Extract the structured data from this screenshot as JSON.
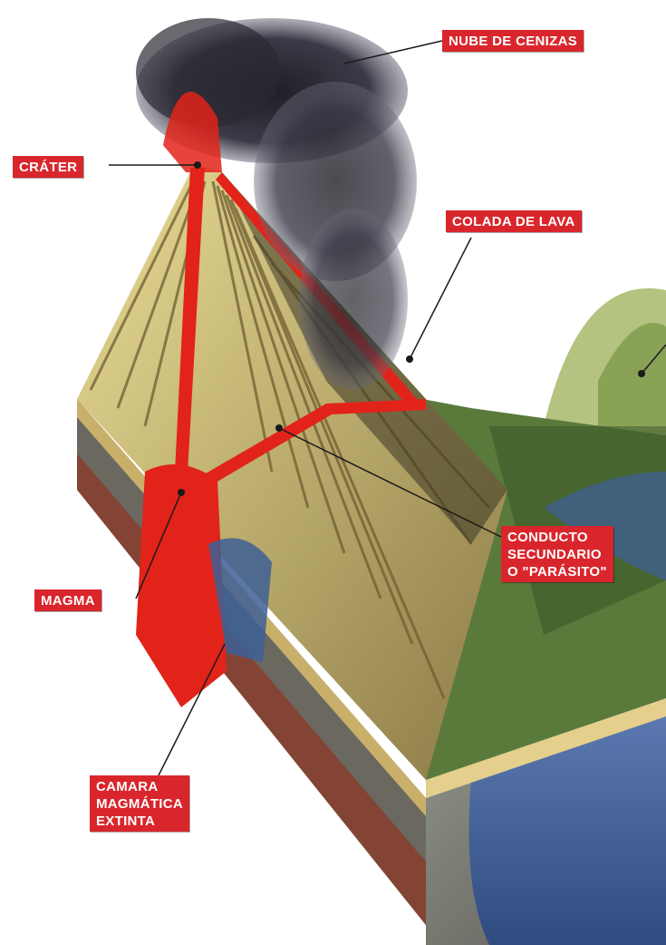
{
  "labels": {
    "nube": "NUBE DE CENIZAS",
    "crater": "CRÁTER",
    "colada": "COLADA DE LAVA",
    "conducto": [
      "CONDUCTO",
      "SECUNDARIO",
      "O \"PARÁSITO\""
    ],
    "magma": "MAGMA",
    "camara": [
      "CAMARA",
      "MAGMÁTICA",
      "EXTINTA"
    ]
  },
  "colors": {
    "label_background": "#d9262c",
    "label_text": "#ffffff",
    "lava": "#e2231a",
    "ash_cloud": "#2b2a33",
    "water": "#3d5f95"
  }
}
